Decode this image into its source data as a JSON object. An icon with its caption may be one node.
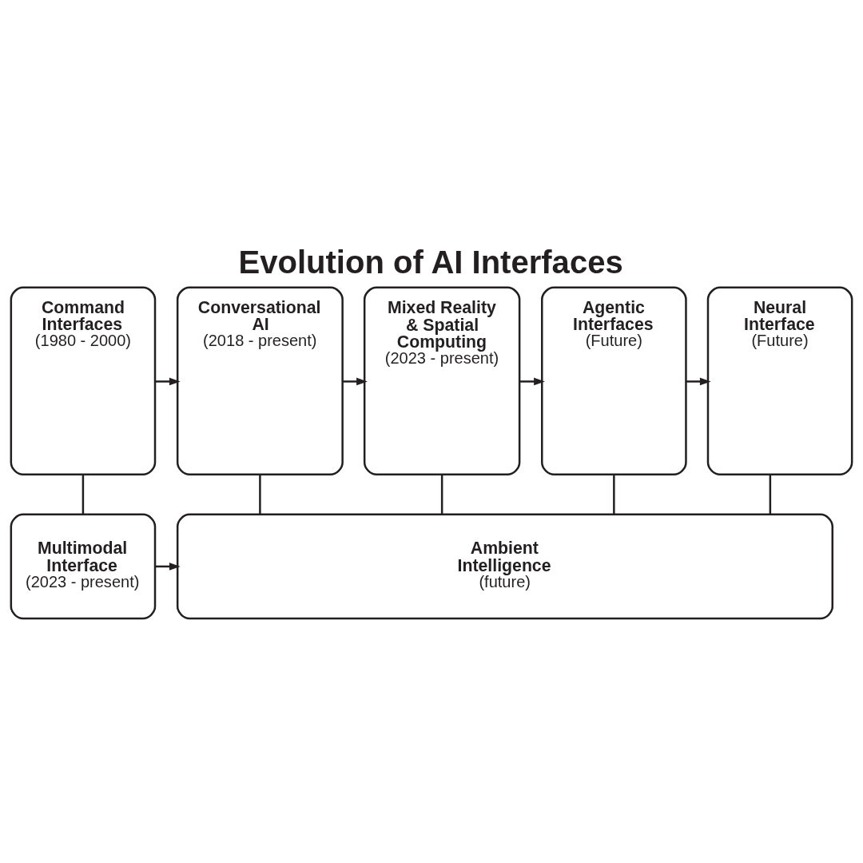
{
  "diagram": {
    "title": "Evolution of AI Interfaces",
    "nodes": [
      {
        "text": [
          "Command Interfaces",
          "(1980 - 2000)"
        ]
      },
      {
        "text": [
          "Conversational AI",
          "(2018 - present)"
        ]
      },
      {
        "text": [
          "Mixed Reality & Spatial Computing",
          "(2023 - present)"
        ]
      },
      {
        "text": [
          "Agentic Interfaces",
          "(Future)"
        ]
      },
      {
        "text": [
          "Neural Interface",
          "(Future)"
        ]
      },
      {
        "text": [
          "Multimodal Interface",
          "(2023 - present)"
        ]
      },
      {
        "text": [
          "Ambient Intelligence",
          "(future)"
        ]
      }
    ],
    "edges": [
      {
        "from": 0,
        "to": 1,
        "arrow": "to"
      },
      {
        "from": 1,
        "to": 2,
        "arrow": "to"
      },
      {
        "from": 2,
        "to": 3,
        "arrow": "to"
      },
      {
        "from": 3,
        "to": 4,
        "arrow": "to"
      },
      {
        "from": 0,
        "to": 5,
        "arrow": "none"
      },
      {
        "from": 1,
        "to": 6,
        "arrow": "none"
      },
      {
        "from": 2,
        "to": 6,
        "arrow": "none"
      },
      {
        "from": 3,
        "to": 6,
        "arrow": "none"
      },
      {
        "from": 4,
        "to": 6,
        "arrow": "none"
      },
      {
        "from": 5,
        "to": 6,
        "arrow": "to"
      }
    ]
  }
}
